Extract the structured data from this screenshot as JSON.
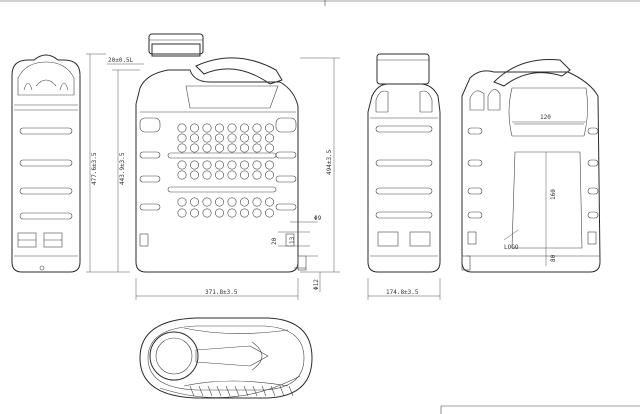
{
  "dimensions": {
    "neck_height": "20±0.5L",
    "total_height": "477.6±3.5",
    "body_height": "443.9±3.5",
    "side_height": "494±3.5",
    "width_front": "371.8±3.5",
    "width_side": "174.8±3.5",
    "handle_width": "120",
    "label_height": "160",
    "label_bottom": "80",
    "spout_dia": "Φ9",
    "spout_h1": "20",
    "spout_h2": "13",
    "base_offset": "Φ12"
  },
  "annotations": {
    "logo": "LOGO"
  }
}
